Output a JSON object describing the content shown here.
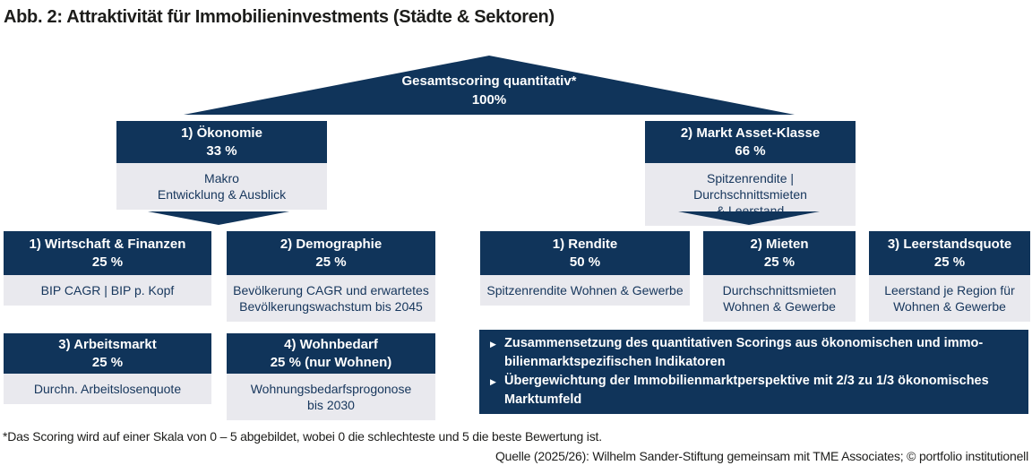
{
  "figure": {
    "title": "Abb. 2: Attraktivität für Immobilieninvestments (Städte & Sektoren)"
  },
  "colors": {
    "navy": "#10345a",
    "light_gray": "#e9e9ee",
    "body_text": "#16365c",
    "white": "#ffffff"
  },
  "icons": {
    "bullet": "triangle-right-icon"
  },
  "root": {
    "label": "Gesamtscoring quantitativ*\n100%"
  },
  "branches": [
    {
      "title": "1) Ökonomie",
      "value": "33 %",
      "desc": "Makro\nEntwicklung & Ausblick"
    },
    {
      "title": "2) Markt Asset-Klasse",
      "value": "66 %",
      "desc": "Spitzenrendite | Durchschnittsmieten\n& Leerstand"
    }
  ],
  "economy_factors": [
    {
      "title": "1) Wirtschaft & Finanzen",
      "value": "25 %",
      "desc": "BIP CAGR | BIP p. Kopf"
    },
    {
      "title": "2) Demographie",
      "value": "25 %",
      "desc": "Bevölkerung CAGR und erwartetes\nBevölkerungswachstum bis 2045"
    },
    {
      "title": "3) Arbeitsmarkt",
      "value": "25 %",
      "desc": "Durchn. Arbeitslosenquote"
    },
    {
      "title": "4) Wohnbedarf",
      "value": "25 % (nur Wohnen)",
      "desc": "Wohnungsbedarfsprogonose\nbis 2030"
    }
  ],
  "market_factors": [
    {
      "title": "1) Rendite",
      "value": "50 %",
      "desc": "Spitzenrendite Wohnen & Gewerbe"
    },
    {
      "title": "2) Mieten",
      "value": "25 %",
      "desc": "Durchschnittsmieten\nWohnen & Gewerbe"
    },
    {
      "title": "3) Leerstandsquote",
      "value": "25 %",
      "desc": "Leerstand je Region für\nWohnen & Gewerbe"
    }
  ],
  "notes": {
    "marker": "▶",
    "items": [
      "Zusammensetzung des quantitativen Scorings aus ökonomischen und immo-\nbilienmarktspezifischen Indikatoren",
      "Übergewichtung der Immobilienmarktperspektive mit 2/3 zu 1/3 ökonomisches\nMarktumfeld"
    ]
  },
  "footnote": "*Das Scoring wird auf einer Skala von 0 – 5 abgebildet, wobei 0 die schlechteste und 5 die beste Bewertung ist.",
  "source": "Quelle (2025/26): Wilhelm Sander-Stiftung gemeinsam mit TME Associates; © portfolio institutionell"
}
